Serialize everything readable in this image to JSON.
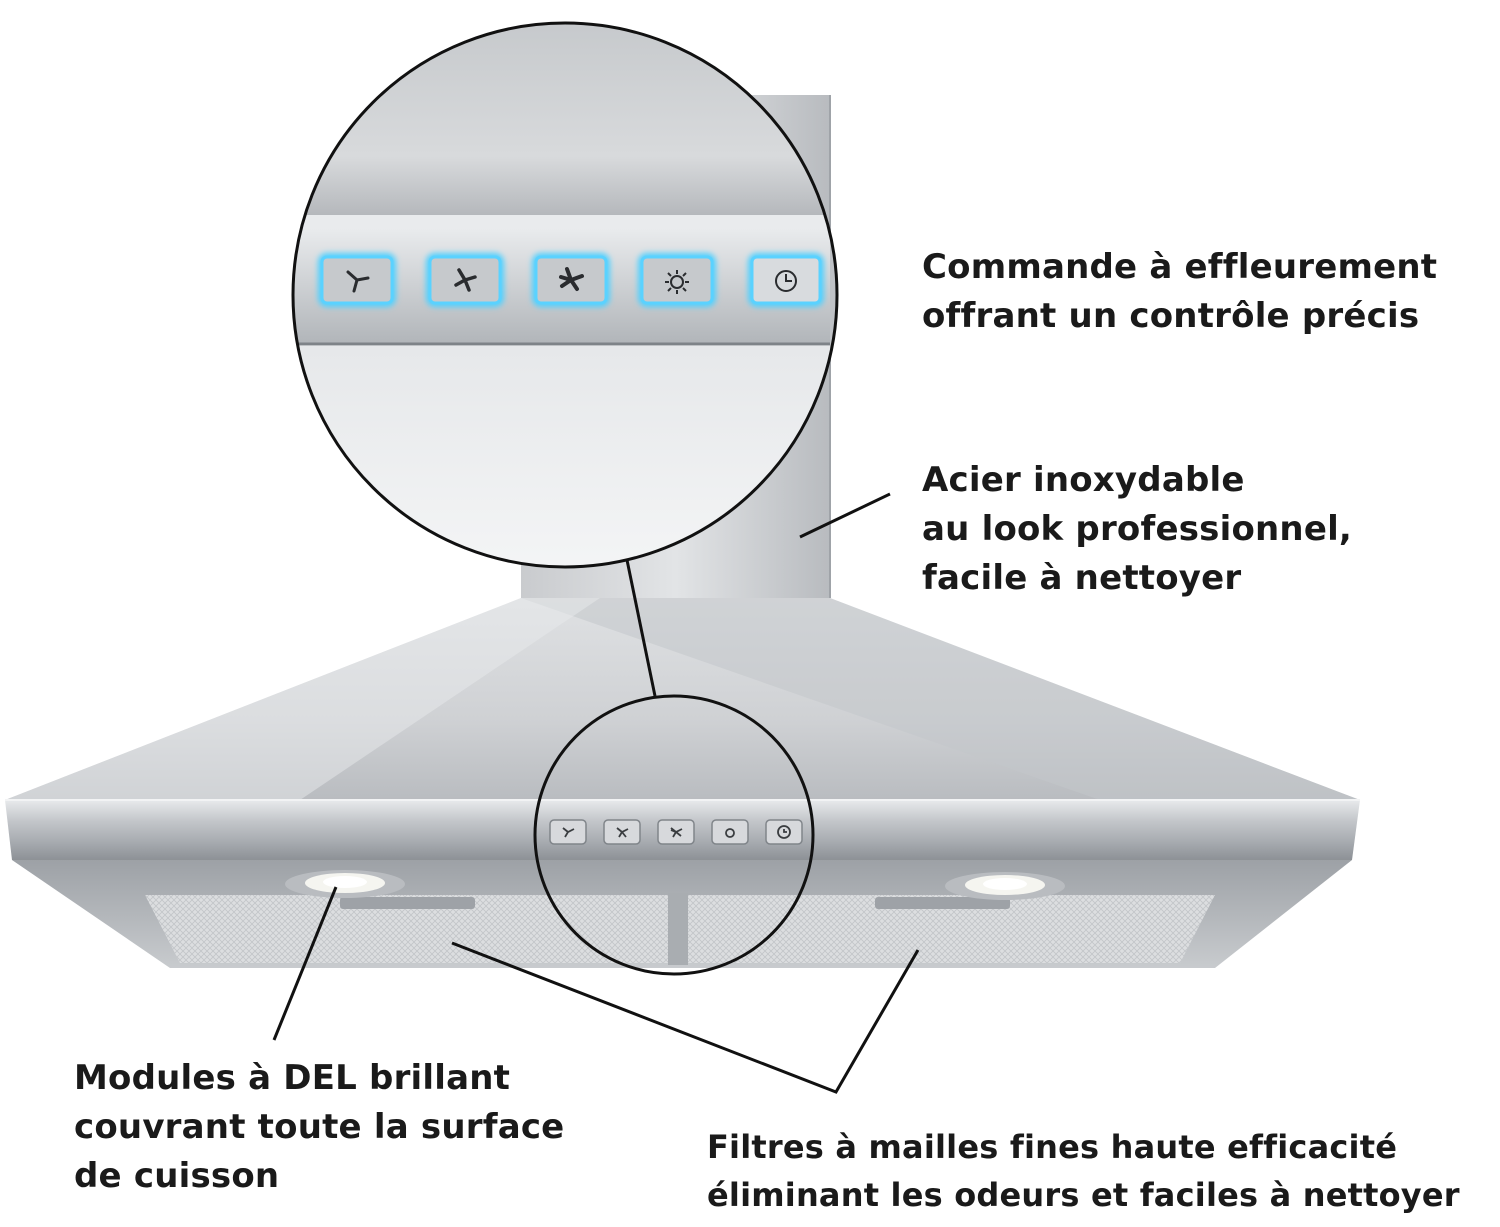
{
  "callouts": {
    "touch_control": {
      "lines": [
        "Commande à effleurement",
        "offrant un contrôle précis"
      ]
    },
    "stainless_steel": {
      "lines": [
        "Acier inoxydable",
        "au look professionnel,",
        "facile à nettoyer"
      ]
    },
    "led_modules": {
      "lines": [
        "Modules à DEL brillant",
        "couvrant toute la surface",
        "de cuisson"
      ]
    },
    "mesh_filters": {
      "lines": [
        "Filtres à mailles fines haute efficacité",
        "éliminant les odeurs et faciles à nettoyer"
      ]
    }
  },
  "control_panel": {
    "buttons": [
      {
        "icon": "fan-speed-1-icon"
      },
      {
        "icon": "fan-speed-2-icon"
      },
      {
        "icon": "fan-speed-3-icon"
      },
      {
        "icon": "light-icon"
      },
      {
        "icon": "timer-icon"
      }
    ],
    "glow_color": "#4fd0ff",
    "steel_light": "#e4e6e8",
    "steel_dark": "#9a9ea3"
  }
}
